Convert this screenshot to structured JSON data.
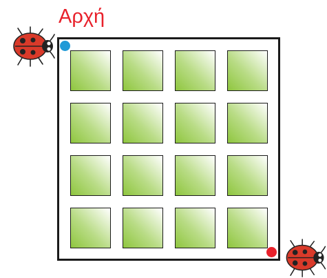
{
  "start_label": "Αρχή",
  "colors": {
    "start_label": "#e8212b",
    "start_dot": "#1f9ad7",
    "end_dot": "#e8212b",
    "tile_green": "#8fc63f",
    "ladybug_red": "#d93a2a"
  },
  "grid": {
    "rows": 4,
    "columns": 4
  },
  "icons": {
    "start": "ladybug-icon",
    "end": "ladybug-icon"
  }
}
